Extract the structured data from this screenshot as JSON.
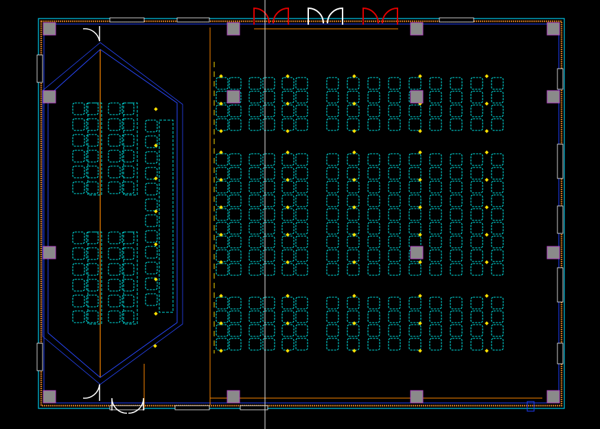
{
  "drawing": {
    "view": "floor plan",
    "background": "#000000",
    "colors": {
      "wall": "#00c8e8",
      "wall_inner": "#2040ff",
      "wall_fill": "#c07020",
      "column": "#8a8a8a",
      "seat": "#00e0e0",
      "light": "#ffe000",
      "stage_outline": "#2848ff",
      "orange_line": "#ff8800",
      "door_red": "#e00000",
      "door_white": "#ffffff",
      "crosshair": "#e8e8e8",
      "purple": "#b040c0"
    },
    "counts": {
      "columns": 16,
      "entrance_doors": 3,
      "stage_seat_columns": 5,
      "hall_seat_columns": 14,
      "hall_seat_blocks": 3
    }
  }
}
